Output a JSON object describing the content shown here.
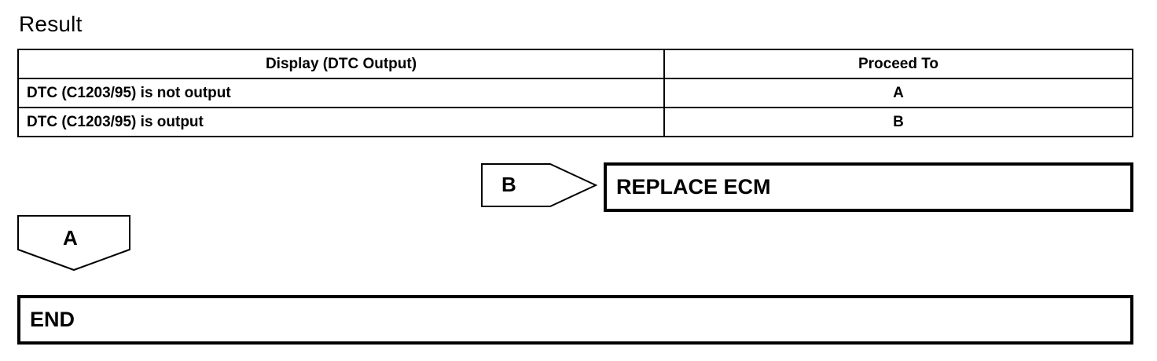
{
  "title": "Result",
  "table": {
    "headers": [
      "Display (DTC Output)",
      "Proceed To"
    ],
    "rows": [
      {
        "display": "DTC (C1203/95) is not output",
        "proceed": "A"
      },
      {
        "display": "DTC (C1203/95) is output",
        "proceed": "B"
      }
    ]
  },
  "flow": {
    "branch_b_label": "B",
    "branch_b_action": "REPLACE ECM",
    "branch_a_label": "A",
    "branch_a_action": "END"
  }
}
